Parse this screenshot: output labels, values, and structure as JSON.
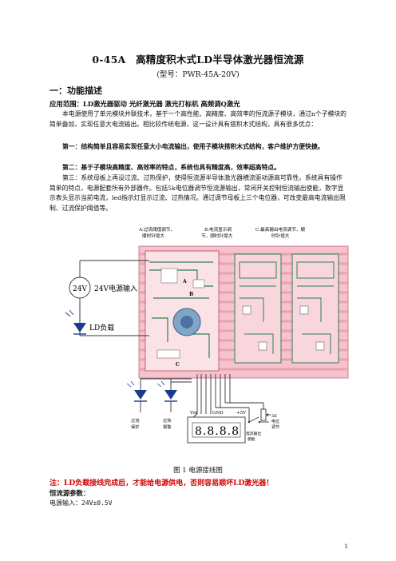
{
  "doc": {
    "title": "0-45A　高精度积木式LD半导体激光器恒流源",
    "subtitle": "(型号：PWR-45A-20V)",
    "section1": "一：功能描述",
    "scope": "应用范围：LD激光器驱动  光纤激光器  激光打标机  高频调Q激光",
    "p1": "本电源使用了单元模块并联技术，基于一个高性能、高精度、高效率的恒流源子模块，通过n个子模块的简单叠加，实现任意大电流输出。相比较传统电源，这一设计具有搭积木式结构，具有很多优点：",
    "p2": "第一：结构简单且容易实现任意大小电流输出，使用子模块搭积木式结构，客户维护方便快捷。",
    "p3": "第二：基于子模块高精度、高效率的特点，系统也具有精度高，效率超高特点。",
    "p4": "第三：系统母板上再设过流、过热保护，使得恒流源半导体激光器横流驱动源高可靠性。系统具有操作简单的特点，电源配套所有外部器件。包括5k电位器调节恒流源输出，常闭开关控制恒流输出使能，数字显示表头显示当前电流，led指示灯显示过流、过热情况。通过调节母板上三个电位器，可改变最高电流输出限制、过流保护阈值等。",
    "caption": "图 1  电源接线图",
    "note": "注：LD负载接线完成后，才能给电源供电，否则容易顺坏LD激光器！",
    "params_title": "恒流源参数：",
    "input_spec": "电源输入：24V±0.5V",
    "page_number": "1"
  },
  "figure": {
    "label_a": "A:过流阈值调节，",
    "label_a2": "顺时针增大",
    "label_b": "B:电流显示调",
    "label_b2": "节，顺时针增大",
    "label_c": "C:最高输出电流调节，顺",
    "label_c2": "时针增大",
    "src_symbol": "24V",
    "src_label": "24V电源输入",
    "ld_label": "LD负载",
    "overcurrent": "过流",
    "overcurrent2": "保护",
    "overheat": "过热",
    "overheat2": "报警",
    "vm": "Vm",
    "gnd": "GND",
    "plus5v": "+5V",
    "display": "8.8.8.8",
    "pot_label": "5K",
    "pot_label2": "电位",
    "pot_label3": "调节",
    "switch_label": "电流输出",
    "switch_label2": "使能",
    "marker_a": "A",
    "marker_b": "B",
    "marker_c": "C",
    "colors": {
      "board_pink": "#f3a7b5",
      "board_green": "#2f7f55",
      "wire": "#333333",
      "diode_blue": "#1a3a8c"
    }
  }
}
